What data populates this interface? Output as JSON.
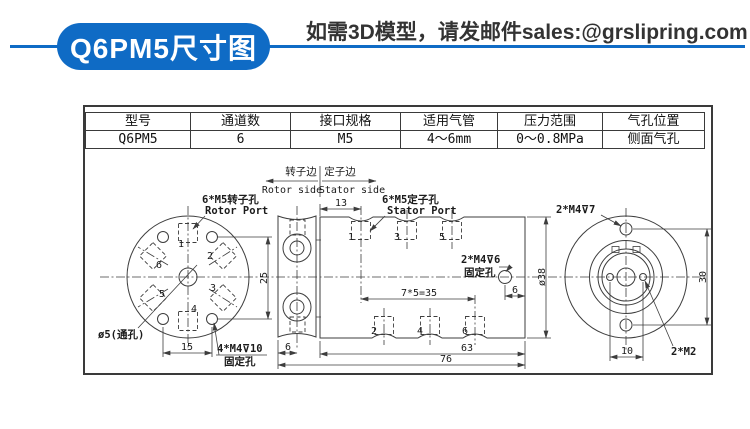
{
  "header": {
    "badge": "Q6PM5尺寸图",
    "note": "如需3D模型，请发邮件sales:@grslipring.com",
    "accent_color": "#0f6bc5"
  },
  "spec_table": {
    "columns": [
      "型号",
      "通道数",
      "接口规格",
      "适用气管",
      "压力范围",
      "气孔位置"
    ],
    "rows": [
      [
        "Q6PM5",
        "6",
        "M5",
        "4～6mm",
        "0～0.8MPa",
        "侧面气孔"
      ]
    ]
  },
  "drawing": {
    "side_labels": {
      "rotor_cn": "转子边",
      "stator_cn": "定子边",
      "rotor_en": "Rotor side",
      "stator_en": "Stator side"
    },
    "left_view": {
      "port_label_cn": "6*M5转子孔",
      "port_label_en": "Rotor Port",
      "center_hole_label": "ø5(通孔)",
      "fixing_label": "4*M4⊽10",
      "fixing_sublabel": "固定孔",
      "dim_hole_spacing_h": "15",
      "dim_hole_spacing_v": "25",
      "port_numbers": [
        "1",
        "2",
        "3",
        "4",
        "5",
        "6"
      ]
    },
    "middle_view": {
      "dim_port1_offset": "13",
      "stator_port_cn": "6*M5定子孔",
      "stator_port_en": "Stator Port",
      "fixing_label": "2*M4⊽6",
      "fixing_sublabel": "固定孔",
      "dim_fix_offset": "6",
      "dim_port_spacing": "7*5=35",
      "dim_body_len": "63",
      "dim_total_len": "76",
      "dim_flange_thick": "6",
      "dim_body_dia": "ø38",
      "top_port_numbers": [
        "1",
        "3",
        "5"
      ],
      "bottom_port_numbers": [
        "2",
        "4",
        "6"
      ]
    },
    "right_view": {
      "fixing_label": "2*M4⊽7",
      "m2_label": "2*M2",
      "dim_hole_spacing_v": "30",
      "dim_m2_spacing": "10"
    }
  }
}
